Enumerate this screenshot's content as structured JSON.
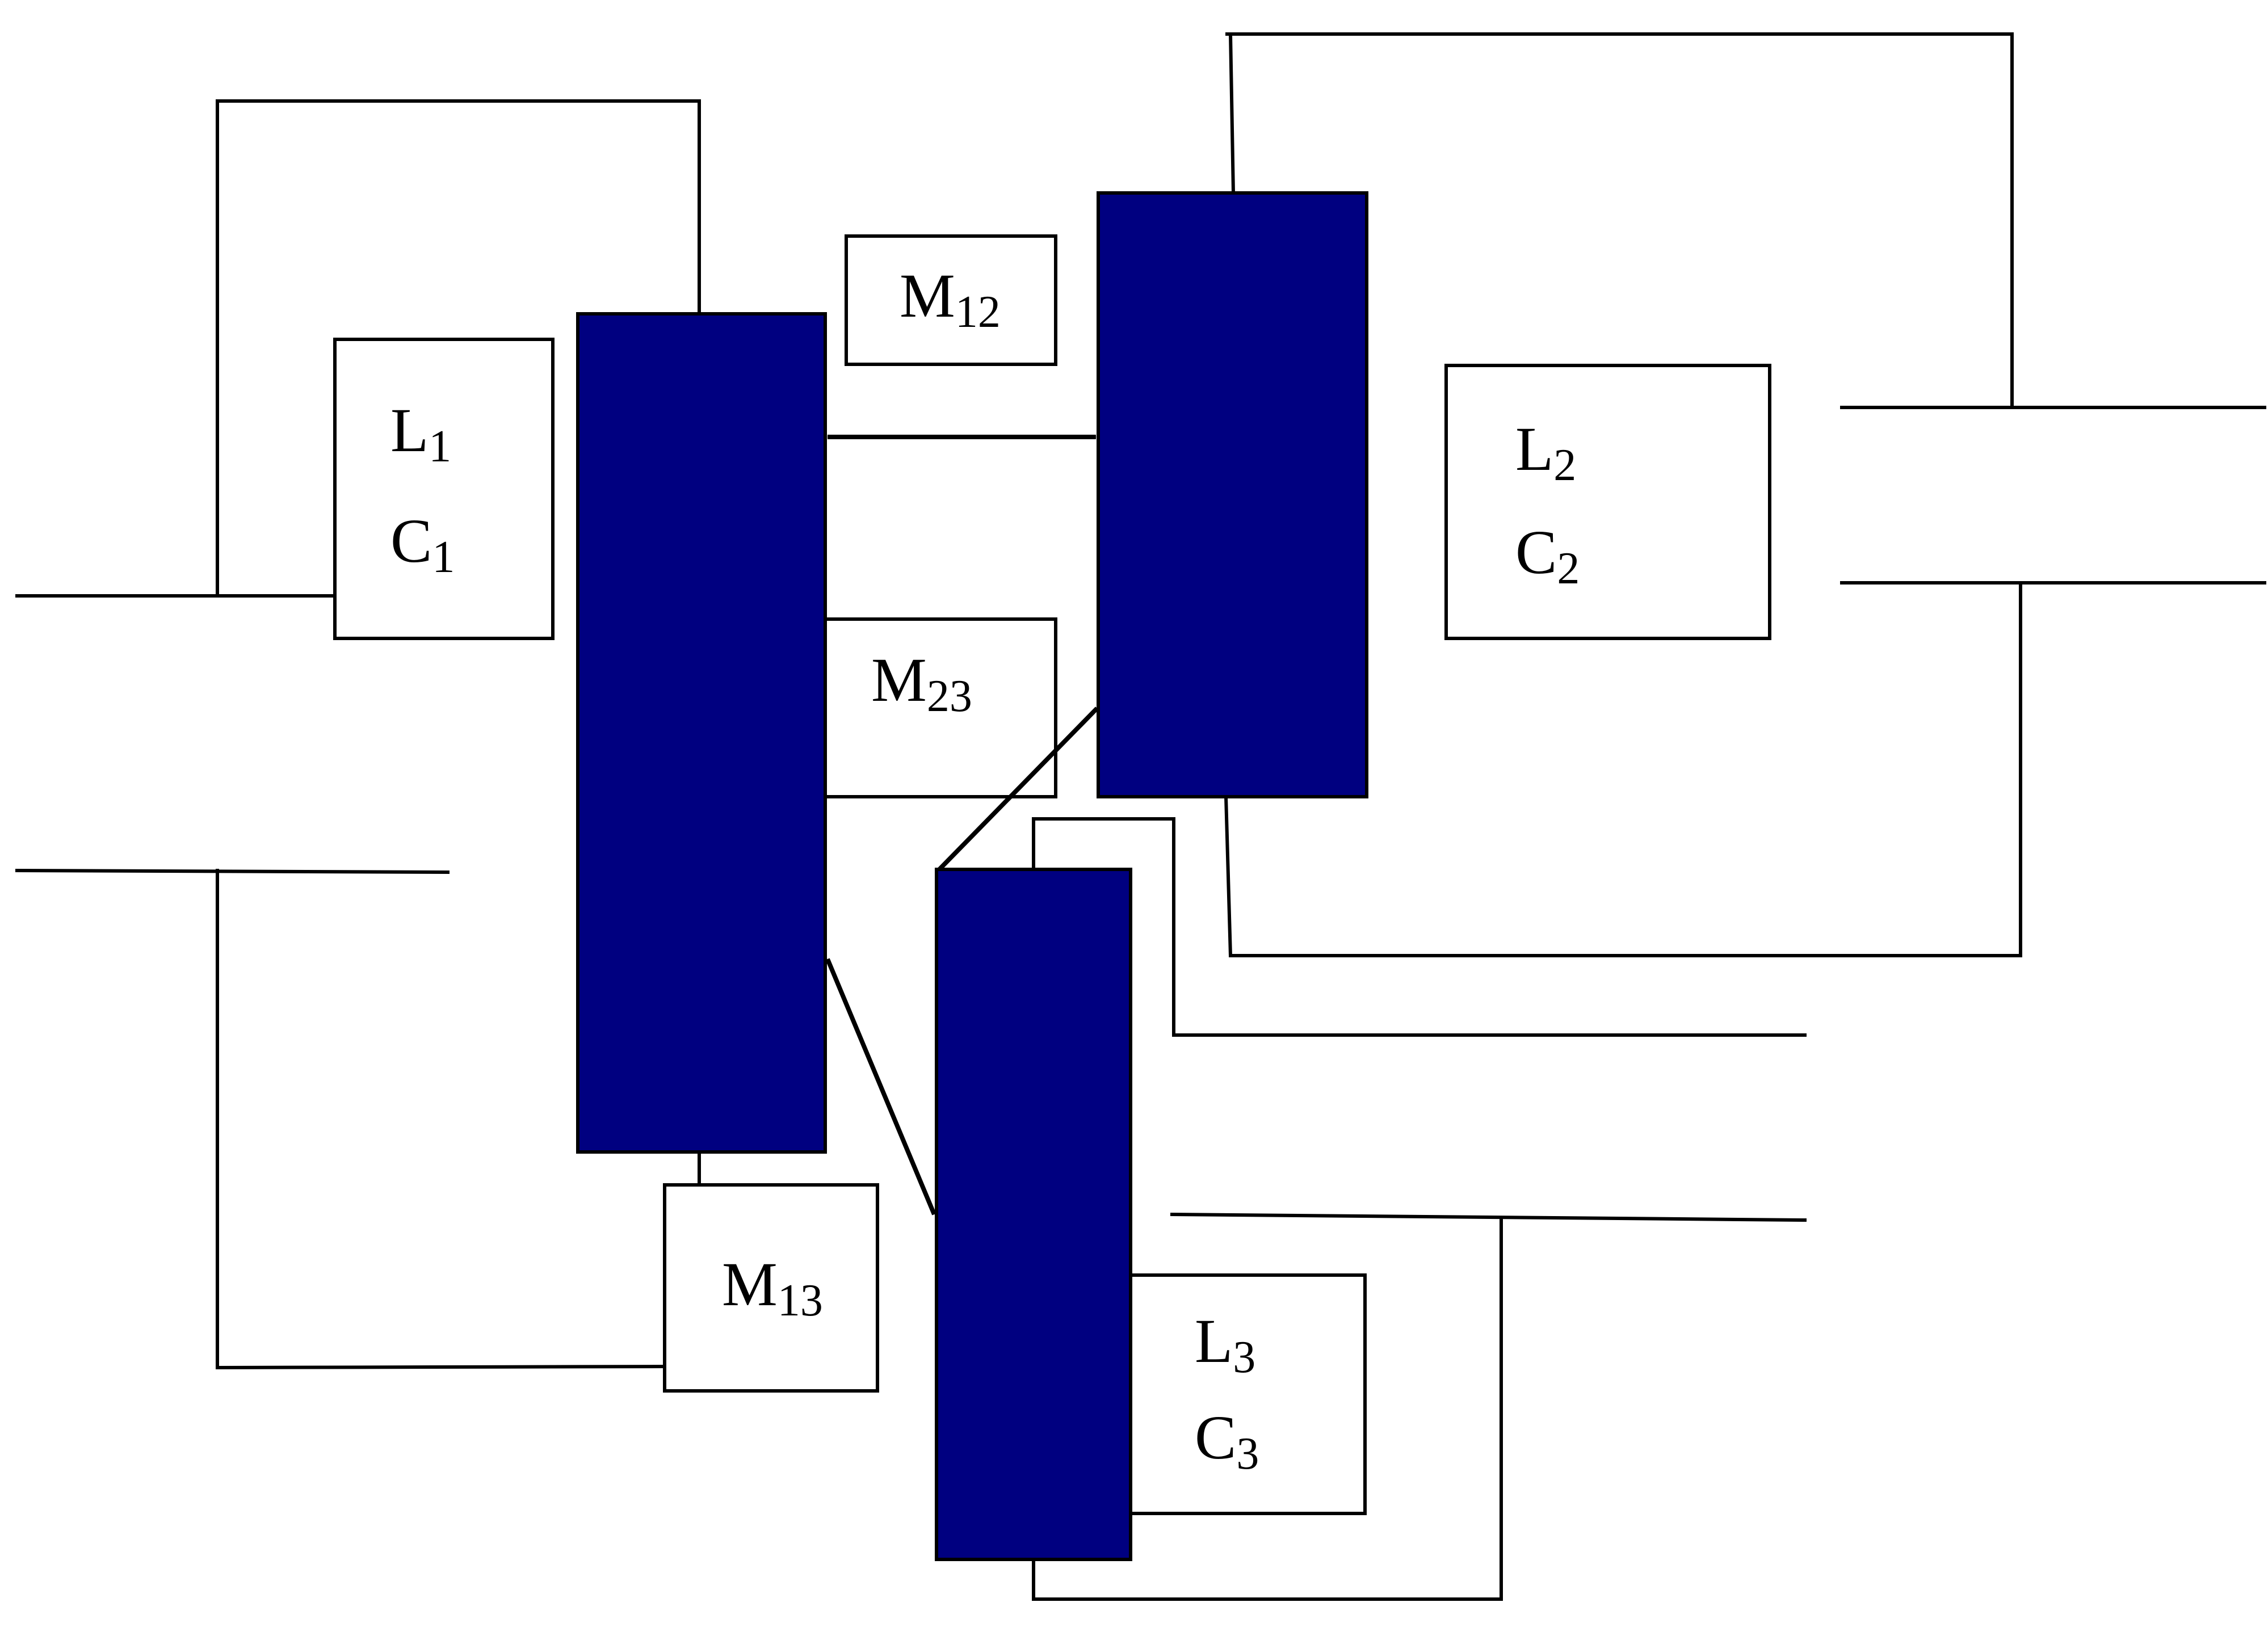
{
  "colors": {
    "block_fill": "#000080",
    "line": "#000000",
    "box_fill": "#ffffff"
  },
  "blocks": [
    {
      "id": "block-1"
    },
    {
      "id": "block-2"
    },
    {
      "id": "block-3"
    }
  ],
  "labels": {
    "l1": {
      "main": "L",
      "sub": "1"
    },
    "c1": {
      "main": "C",
      "sub": "1"
    },
    "l2": {
      "main": "L",
      "sub": "2"
    },
    "c2": {
      "main": "C",
      "sub": "2"
    },
    "l3": {
      "main": "L",
      "sub": "3"
    },
    "c3": {
      "main": "C",
      "sub": "3"
    },
    "m12": {
      "main": "M",
      "sub": "12"
    },
    "m23": {
      "main": "M",
      "sub": "23"
    },
    "m13": {
      "main": "M",
      "sub": "13"
    }
  }
}
